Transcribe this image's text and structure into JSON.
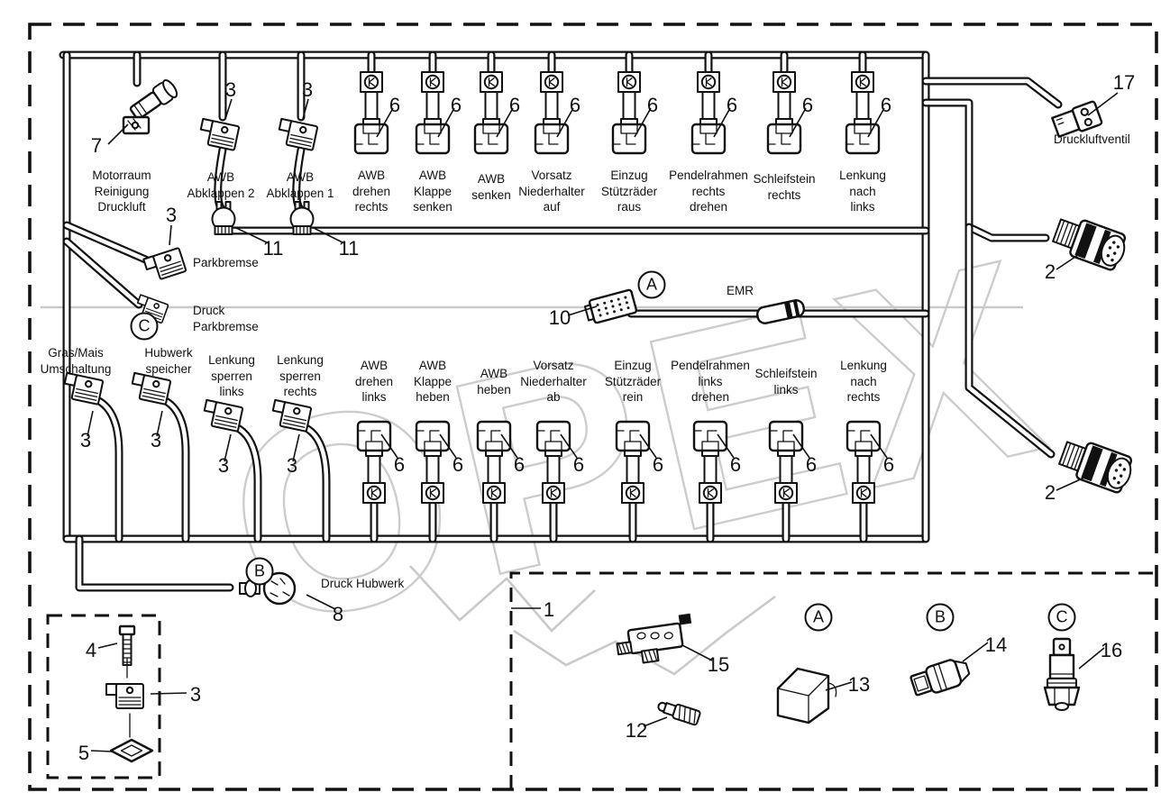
{
  "watermark": "OPEX",
  "top_left": [
    {
      "num": "7",
      "label": "Motorraum\nReinigung\nDruckluft"
    },
    {
      "num": "3",
      "label": "AWB\nAbklappen 2"
    },
    {
      "num": "3",
      "label": "AWB\nAbklappen 1"
    }
  ],
  "top_valves": [
    {
      "num": "6",
      "label": "AWB\ndrehen\nrechts"
    },
    {
      "num": "6",
      "label": "AWB\nKlappe\nsenken"
    },
    {
      "num": "6",
      "label": "AWB\nsenken"
    },
    {
      "num": "6",
      "label": "Vorsatz\nNiederhalter\nauf"
    },
    {
      "num": "6",
      "label": "Einzug\nStützräder\nraus"
    },
    {
      "num": "6",
      "label": "Pendelrahmen\nrechts\ndrehen"
    },
    {
      "num": "6",
      "label": "Schleifstein\nrechts"
    },
    {
      "num": "6",
      "label": "Lenkung\nnach\nlinks"
    }
  ],
  "mid": {
    "num11_left": "11",
    "num11_right": "11",
    "num3_parkbremse": "3",
    "parkbremse_label": "Parkbremse",
    "druck_parkbremse_label": "Druck\nParkbremse",
    "ref_c": "C",
    "ref_a": "A",
    "num10": "10",
    "emr_label": "EMR"
  },
  "right": {
    "num17": "17",
    "druckluftventil_label": "Druckluftventil",
    "num2_top": "2",
    "num2_bottom": "2"
  },
  "bottom_left": [
    {
      "num": "3",
      "label": "Gras/Mais\nUmschaltung"
    },
    {
      "num": "3",
      "label": "Hubwerk\nspeicher"
    },
    {
      "num": "3",
      "label": "Lenkung\nsperren\nlinks"
    },
    {
      "num": "3",
      "label": "Lenkung\nsperren\nrechts"
    }
  ],
  "bottom_valves": [
    {
      "num": "6",
      "label": "AWB\ndrehen\nlinks"
    },
    {
      "num": "6",
      "label": "AWB\nKlappe\nheben"
    },
    {
      "num": "6",
      "label": "AWB\nheben"
    },
    {
      "num": "6",
      "label": "Vorsatz\nNiederhalter\nab"
    },
    {
      "num": "6",
      "label": "Einzug\nStützräder\nrein"
    },
    {
      "num": "6",
      "label": "Pendelrahmen\nlinks\ndrehen"
    },
    {
      "num": "6",
      "label": "Schleifstein\nlinks"
    },
    {
      "num": "6",
      "label": "Lenkung\nnach\nrechts"
    }
  ],
  "hubwerk": {
    "ref_b": "B",
    "label": "Druck Hubwerk",
    "num": "8"
  },
  "inset": {
    "num4": "4",
    "num3": "3",
    "num5": "5"
  },
  "legend": {
    "num1": "1",
    "num15": "15",
    "num12": "12",
    "ref_a": "A",
    "num13": "13",
    "ref_b": "B",
    "num14": "14",
    "ref_c": "C",
    "num16": "16"
  }
}
